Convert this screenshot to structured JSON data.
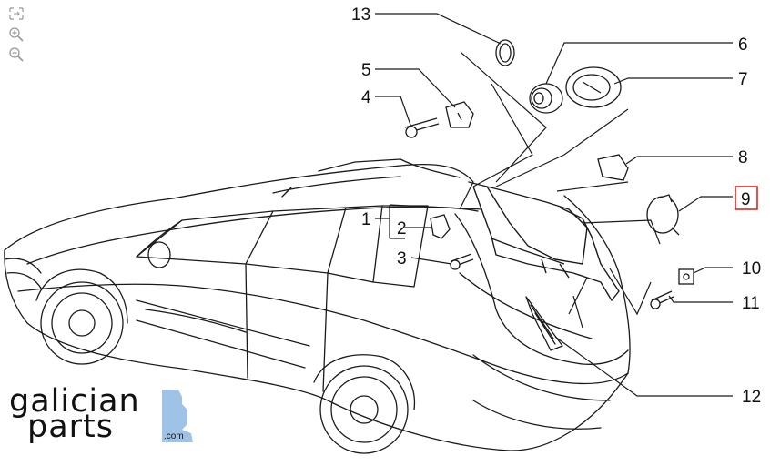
{
  "toolbar": {
    "buttons": [
      {
        "name": "fit-screen-icon"
      },
      {
        "name": "zoom-in-icon"
      },
      {
        "name": "zoom-out-icon"
      }
    ]
  },
  "diagram": {
    "callouts": [
      "1",
      "2",
      "3",
      "4",
      "5",
      "6",
      "7",
      "8",
      "9",
      "10",
      "11",
      "12",
      "13"
    ],
    "highlighted_callout": "9",
    "highlight_color": "#e0251b"
  },
  "logo": {
    "line1": "galician",
    "line2": "parts",
    "suffix": ".com",
    "accent_color": "#9fc3e6"
  }
}
